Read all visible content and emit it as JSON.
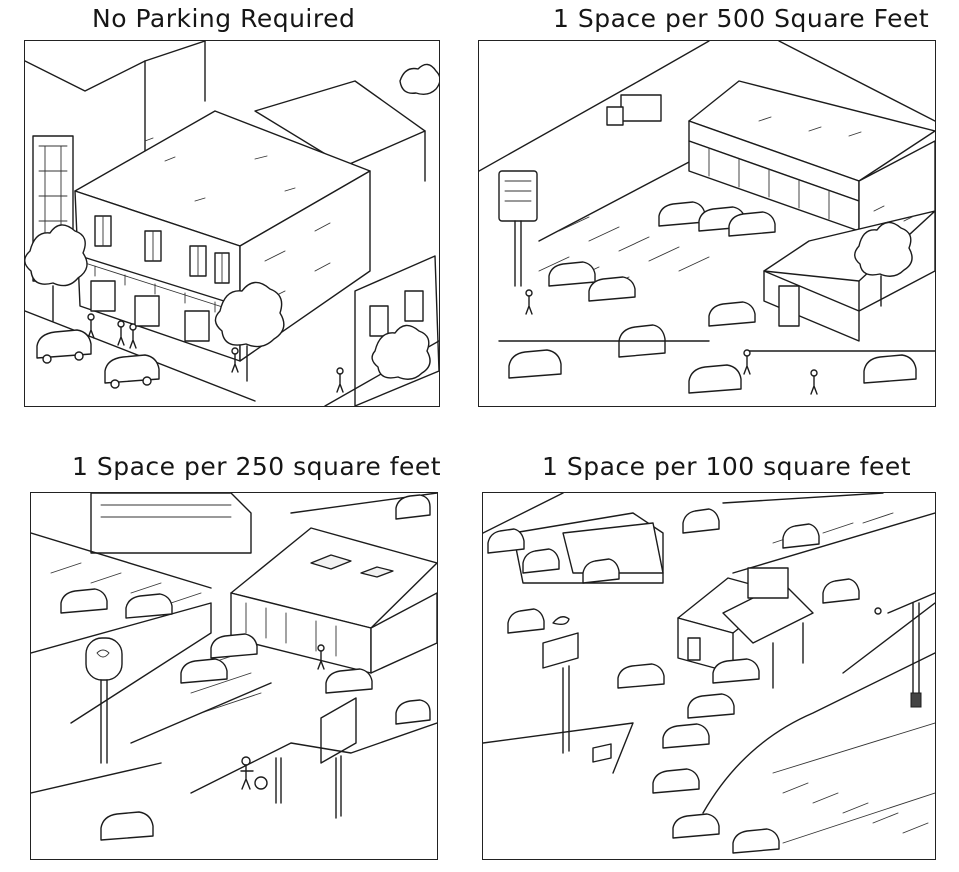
{
  "panels": [
    {
      "id": "panel-1",
      "title": "No Parking Required"
    },
    {
      "id": "panel-2",
      "title": "1 Space per 500 Square Feet"
    },
    {
      "id": "panel-3",
      "title": "1 Space per 250 square feet"
    },
    {
      "id": "panel-4",
      "title": "1 Space per 100 square feet"
    }
  ]
}
